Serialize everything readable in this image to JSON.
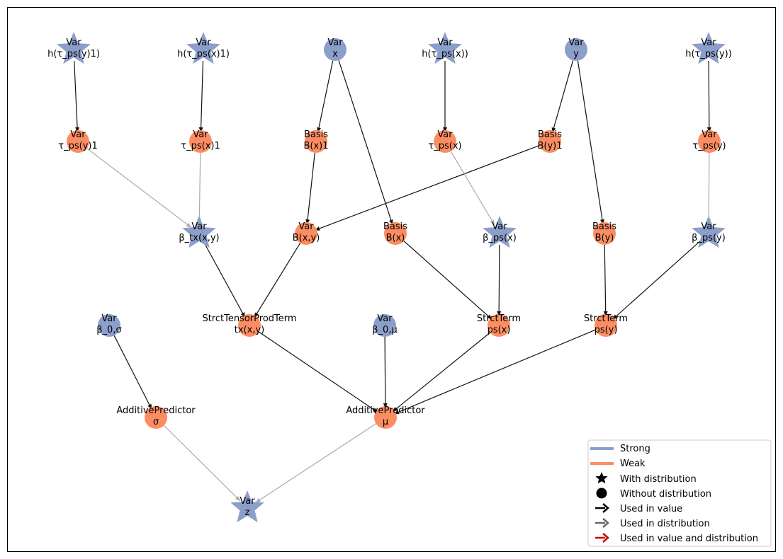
{
  "colors": {
    "strong": "#8c9fcb",
    "weak": "#fc8d62",
    "edge_value": "#111111",
    "edge_distribution": "#aaaaaa",
    "edge_both": "#cc0000"
  },
  "nodes": {
    "h_tau_psy1": {
      "title": "Var",
      "name": "h(τ_ps(y)1)",
      "strength": "strong",
      "shape": "star"
    },
    "h_tau_psx1": {
      "title": "Var",
      "name": "h(τ_ps(x)1)",
      "strength": "strong",
      "shape": "star"
    },
    "x": {
      "title": "Var",
      "name": "x",
      "strength": "strong",
      "shape": "circle"
    },
    "h_tau_psx": {
      "title": "Var",
      "name": "h(τ_ps(x))",
      "strength": "strong",
      "shape": "star"
    },
    "y": {
      "title": "Var",
      "name": "y",
      "strength": "strong",
      "shape": "circle"
    },
    "h_tau_psy": {
      "title": "Var",
      "name": "h(τ_ps(y))",
      "strength": "strong",
      "shape": "star"
    },
    "tau_psy1": {
      "title": "Var",
      "name": "τ_ps(y)1",
      "strength": "weak",
      "shape": "circle"
    },
    "tau_psx1": {
      "title": "Var",
      "name": "τ_ps(x)1",
      "strength": "weak",
      "shape": "circle"
    },
    "basis_bx1": {
      "title": "Basis",
      "name": "B(x)1",
      "strength": "weak",
      "shape": "circle"
    },
    "tau_psx": {
      "title": "Var",
      "name": "τ_ps(x)",
      "strength": "weak",
      "shape": "circle"
    },
    "basis_by1": {
      "title": "Basis",
      "name": "B(y)1",
      "strength": "weak",
      "shape": "circle"
    },
    "tau_psy": {
      "title": "Var",
      "name": "τ_ps(y)",
      "strength": "weak",
      "shape": "circle"
    },
    "beta_tx": {
      "title": "Var",
      "name": "β_tx(x,y)",
      "strength": "strong",
      "shape": "star"
    },
    "bxy": {
      "title": "Var",
      "name": "B(x,y)",
      "strength": "weak",
      "shape": "circle"
    },
    "basis_bx": {
      "title": "Basis",
      "name": "B(x)",
      "strength": "weak",
      "shape": "circle"
    },
    "beta_psx": {
      "title": "Var",
      "name": "β_ps(x)",
      "strength": "strong",
      "shape": "star"
    },
    "basis_by": {
      "title": "Basis",
      "name": "B(y)",
      "strength": "weak",
      "shape": "circle"
    },
    "beta_psy": {
      "title": "Var",
      "name": "β_ps(y)",
      "strength": "strong",
      "shape": "star"
    },
    "beta0_sigma": {
      "title": "Var",
      "name": "β_0,σ",
      "strength": "strong",
      "shape": "circle"
    },
    "tensor_term": {
      "title": "StrctTensorProdTerm",
      "name": "tx(x,y)",
      "strength": "weak",
      "shape": "circle"
    },
    "beta0_mu": {
      "title": "Var",
      "name": "β_0,μ",
      "strength": "strong",
      "shape": "circle"
    },
    "psx_term": {
      "title": "StrctTerm",
      "name": "ps(x)",
      "strength": "weak",
      "shape": "circle"
    },
    "psy_term": {
      "title": "StrctTerm",
      "name": "ps(y)",
      "strength": "weak",
      "shape": "circle"
    },
    "pred_sigma": {
      "title": "AdditivePredictor",
      "name": "σ",
      "strength": "weak",
      "shape": "circle"
    },
    "pred_mu": {
      "title": "AdditivePredictor",
      "name": "μ",
      "strength": "weak",
      "shape": "circle"
    },
    "z": {
      "title": "Var",
      "name": "z",
      "strength": "strong",
      "shape": "star"
    }
  },
  "edges": [
    {
      "from": "h_tau_psy1",
      "to": "tau_psy1",
      "kind": "value"
    },
    {
      "from": "h_tau_psx1",
      "to": "tau_psx1",
      "kind": "value"
    },
    {
      "from": "x",
      "to": "basis_bx1",
      "kind": "value"
    },
    {
      "from": "x",
      "to": "basis_bx",
      "kind": "value"
    },
    {
      "from": "h_tau_psx",
      "to": "tau_psx",
      "kind": "value"
    },
    {
      "from": "y",
      "to": "basis_by1",
      "kind": "value"
    },
    {
      "from": "y",
      "to": "basis_by",
      "kind": "value"
    },
    {
      "from": "h_tau_psy",
      "to": "tau_psy",
      "kind": "value"
    },
    {
      "from": "tau_psy1",
      "to": "beta_tx",
      "kind": "distribution"
    },
    {
      "from": "tau_psx1",
      "to": "beta_tx",
      "kind": "distribution"
    },
    {
      "from": "basis_bx1",
      "to": "bxy",
      "kind": "value"
    },
    {
      "from": "basis_by1",
      "to": "bxy",
      "kind": "value"
    },
    {
      "from": "tau_psx",
      "to": "beta_psx",
      "kind": "distribution"
    },
    {
      "from": "tau_psy",
      "to": "beta_psy",
      "kind": "distribution"
    },
    {
      "from": "beta_tx",
      "to": "tensor_term",
      "kind": "value"
    },
    {
      "from": "bxy",
      "to": "tensor_term",
      "kind": "value"
    },
    {
      "from": "basis_bx",
      "to": "psx_term",
      "kind": "value"
    },
    {
      "from": "beta_psx",
      "to": "psx_term",
      "kind": "value"
    },
    {
      "from": "basis_by",
      "to": "psy_term",
      "kind": "value"
    },
    {
      "from": "beta_psy",
      "to": "psy_term",
      "kind": "value"
    },
    {
      "from": "beta0_sigma",
      "to": "pred_sigma",
      "kind": "value"
    },
    {
      "from": "tensor_term",
      "to": "pred_mu",
      "kind": "value"
    },
    {
      "from": "beta0_mu",
      "to": "pred_mu",
      "kind": "value"
    },
    {
      "from": "psx_term",
      "to": "pred_mu",
      "kind": "value"
    },
    {
      "from": "psy_term",
      "to": "pred_mu",
      "kind": "value"
    },
    {
      "from": "pred_sigma",
      "to": "z",
      "kind": "distribution"
    },
    {
      "from": "pred_mu",
      "to": "z",
      "kind": "distribution"
    }
  ],
  "legend": {
    "strong": "Strong",
    "weak": "Weak",
    "with_distribution": "With distribution",
    "without_distribution": "Without distribution",
    "used_in_value": "Used in value",
    "used_in_distribution": "Used in distribution",
    "used_in_value_and_distribution": "Used in value and distribution"
  }
}
